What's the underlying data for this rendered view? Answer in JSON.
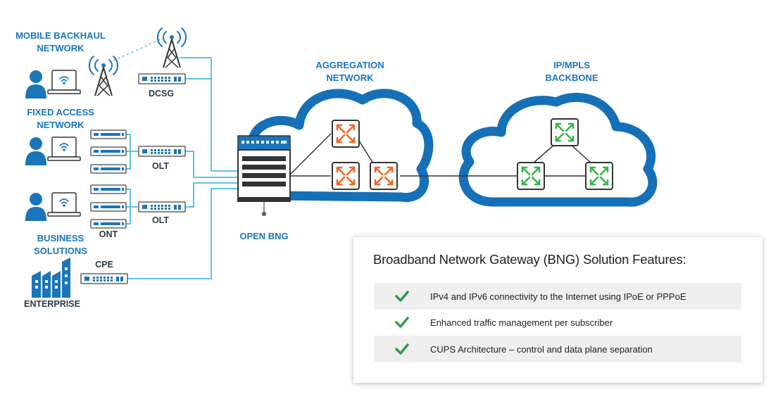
{
  "labels": {
    "mobile_backhaul": [
      "MOBILE BACKHAUL",
      "NETWORK"
    ],
    "fixed_access": [
      "FIXED ACCESS",
      "NETWORK"
    ],
    "business": [
      "BUSINESS",
      "SOLUTIONS"
    ],
    "enterprise": "ENTERPRISE",
    "dcsg": "DCSG",
    "olt": "OLT",
    "ont": "ONT",
    "cpe": "CPE",
    "open_bng": "OPEN BNG",
    "aggregation": [
      "AGGREGATION",
      "NETWORK"
    ],
    "backbone": [
      "IP/MPLS",
      "BACKBONE"
    ]
  },
  "features": {
    "title": "Broadband Network Gateway (BNG) Solution Features:",
    "items": [
      "IPv4 and IPv6 connectivity to the Internet using IPoE or PPPoE",
      "Enhanced traffic management per subscriber",
      "CUPS Architecture – control and data plane separation"
    ]
  },
  "colors": {
    "brand_blue": "#1b75bb",
    "cloud_blue": "#1570b8",
    "link_cyan": "#5cc4e6",
    "router_orange": "#f26522",
    "router_green": "#39b54a",
    "check_green": "#2e9e47"
  }
}
